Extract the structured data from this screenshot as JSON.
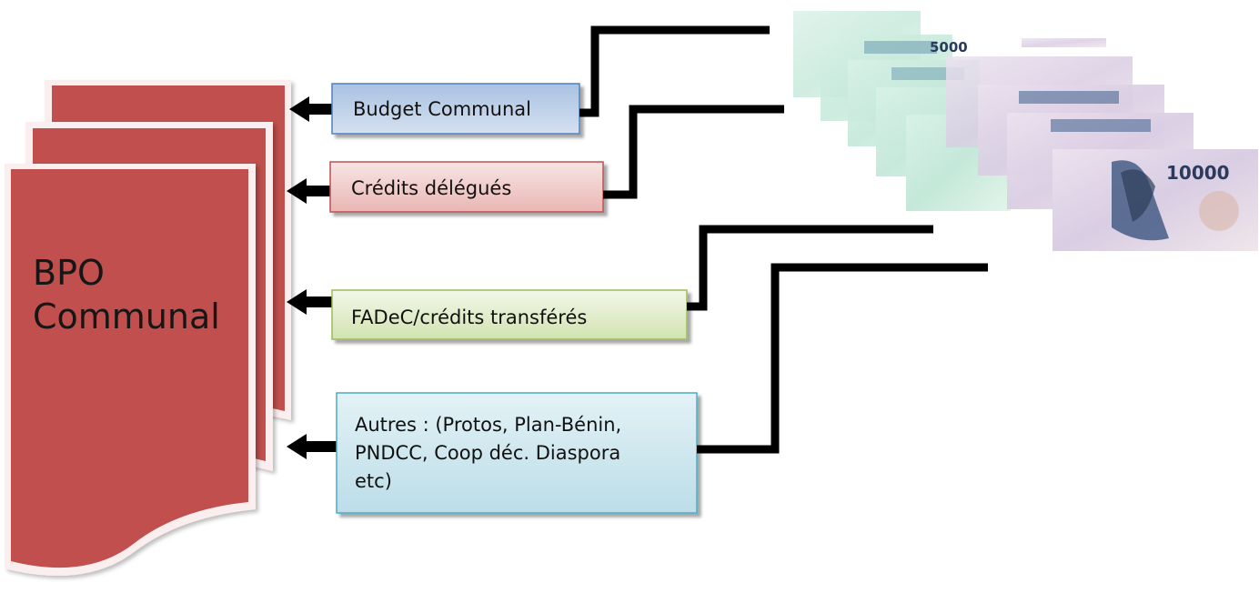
{
  "document": {
    "title_line1": "BPO",
    "title_line2": "Communal",
    "fill_color": "#c0504d"
  },
  "sources": [
    {
      "id": "budget",
      "label": "Budget Communal",
      "fill": "#b8cce4",
      "border": "#4f81bd"
    },
    {
      "id": "credits-delegues",
      "label": "Crédits délégués",
      "fill": "#f2dcdb",
      "border": "#c0504d"
    },
    {
      "id": "fadec",
      "label": "FADeC/crédits transférés",
      "fill": "#ebf1dd",
      "border": "#9bbb59"
    },
    {
      "id": "autres",
      "label_lines": [
        "Autres : (Protos, Plan-Bénin,",
        "PNDCC, Coop déc. Diaspora",
        "etc)"
      ],
      "fill": "#daeef3",
      "border": "#4bacc6"
    }
  ],
  "banknotes": {
    "green_notes_value": "5000",
    "purple_notes_value": "10000",
    "icon": "cfa-banknotes-icon"
  }
}
